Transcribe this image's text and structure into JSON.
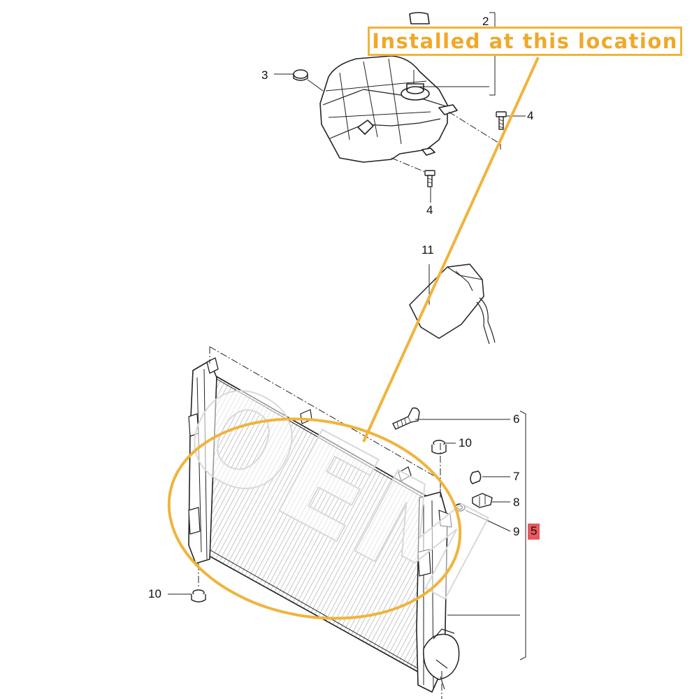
{
  "callout": {
    "text": "Installed at this location",
    "color": "#f0b43c"
  },
  "watermark": {
    "text": "OEM"
  },
  "parts": [
    {
      "number": "2"
    },
    {
      "number": "3"
    },
    {
      "number": "4"
    },
    {
      "number": "4"
    },
    {
      "number": "11"
    },
    {
      "number": "6"
    },
    {
      "number": "10"
    },
    {
      "number": "7"
    },
    {
      "number": "8"
    },
    {
      "number": "9"
    },
    {
      "number": "5",
      "highlighted": true,
      "highlight_color": "#e8585e"
    },
    {
      "number": "10"
    }
  ]
}
